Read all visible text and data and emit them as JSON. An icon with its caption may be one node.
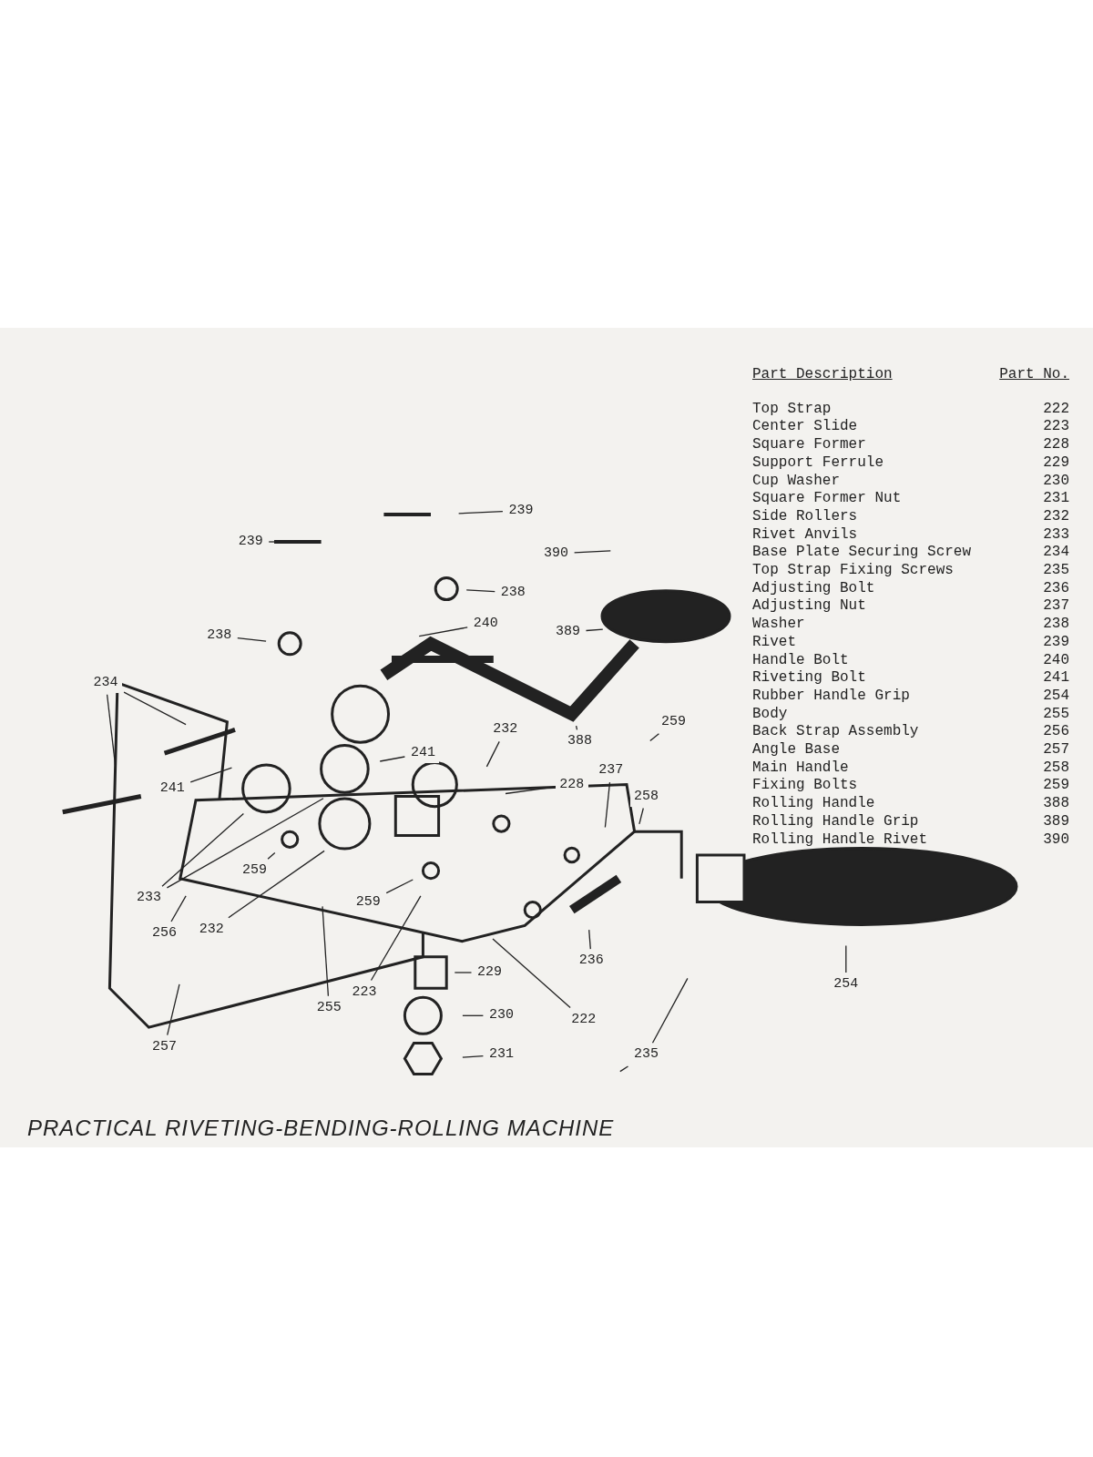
{
  "diagram": {
    "title": "PRACTICAL RIVETING-BENDING-ROLLING MACHINE",
    "nodes": [
      {
        "text": [
          "234"
        ]
      },
      {
        "text": [
          "241"
        ]
      },
      {
        "text": [
          "238"
        ]
      },
      {
        "text": [
          "239"
        ]
      },
      {
        "text": [
          "257"
        ]
      },
      {
        "text": [
          "256"
        ]
      },
      {
        "text": [
          "233"
        ]
      },
      {
        "text": [
          "232"
        ]
      },
      {
        "text": [
          "259"
        ]
      },
      {
        "text": [
          "255"
        ]
      },
      {
        "text": [
          "223"
        ]
      },
      {
        "text": [
          "259"
        ]
      },
      {
        "text": [
          "241"
        ]
      },
      {
        "text": [
          "240"
        ]
      },
      {
        "text": [
          "238"
        ]
      },
      {
        "text": [
          "239"
        ]
      },
      {
        "text": [
          "390"
        ]
      },
      {
        "text": [
          "389"
        ]
      },
      {
        "text": [
          "388"
        ]
      },
      {
        "text": [
          "232"
        ]
      },
      {
        "text": [
          "228"
        ]
      },
      {
        "text": [
          "229"
        ]
      },
      {
        "text": [
          "230"
        ]
      },
      {
        "text": [
          "231"
        ]
      },
      {
        "text": [
          "222"
        ]
      },
      {
        "text": [
          "236"
        ]
      },
      {
        "text": [
          "237"
        ]
      },
      {
        "text": [
          "259"
        ]
      },
      {
        "text": [
          "258"
        ]
      },
      {
        "text": [
          "235"
        ]
      },
      {
        "text": [
          "254"
        ]
      }
    ],
    "edges": [
      {
        "from": 0,
        "to": null,
        "arrow": "none"
      },
      {
        "from": 0,
        "to": null,
        "arrow": "none"
      },
      {
        "from": 1,
        "to": null,
        "arrow": "none"
      },
      {
        "from": 2,
        "to": null,
        "arrow": "none"
      },
      {
        "from": 3,
        "to": null,
        "arrow": "none"
      },
      {
        "from": 4,
        "to": null,
        "arrow": "none"
      },
      {
        "from": 5,
        "to": null,
        "arrow": "none"
      },
      {
        "from": 6,
        "to": null,
        "arrow": "none"
      },
      {
        "from": 6,
        "to": null,
        "arrow": "none"
      },
      {
        "from": 7,
        "to": null,
        "arrow": "none"
      },
      {
        "from": 8,
        "to": null,
        "arrow": "none"
      },
      {
        "from": 9,
        "to": null,
        "arrow": "none"
      },
      {
        "from": 10,
        "to": null,
        "arrow": "none"
      },
      {
        "from": 11,
        "to": null,
        "arrow": "none"
      },
      {
        "from": 12,
        "to": null,
        "arrow": "none"
      },
      {
        "from": 13,
        "to": null,
        "arrow": "none"
      },
      {
        "from": 14,
        "to": null,
        "arrow": "none"
      },
      {
        "from": 15,
        "to": null,
        "arrow": "none"
      },
      {
        "from": 16,
        "to": null,
        "arrow": "none"
      },
      {
        "from": 17,
        "to": null,
        "arrow": "none"
      },
      {
        "from": 18,
        "to": null,
        "arrow": "none"
      },
      {
        "from": 19,
        "to": null,
        "arrow": "none"
      },
      {
        "from": 20,
        "to": null,
        "arrow": "none"
      },
      {
        "from": 21,
        "to": null,
        "arrow": "none"
      },
      {
        "from": 22,
        "to": null,
        "arrow": "none"
      },
      {
        "from": 23,
        "to": null,
        "arrow": "none"
      },
      {
        "from": 24,
        "to": null,
        "arrow": "none"
      },
      {
        "from": 25,
        "to": null,
        "arrow": "none"
      },
      {
        "from": 26,
        "to": null,
        "arrow": "none"
      },
      {
        "from": 27,
        "to": null,
        "arrow": "none"
      },
      {
        "from": 28,
        "to": null,
        "arrow": "none"
      },
      {
        "from": 29,
        "to": null,
        "arrow": "none"
      },
      {
        "from": 29,
        "to": null,
        "arrow": "none"
      },
      {
        "from": 30,
        "to": null,
        "arrow": "none"
      }
    ],
    "labels": [
      "Part Description",
      "Part No.",
      "Top Strap",
      "222",
      "Center Slide",
      "223",
      "Square Former",
      "228",
      "Support Ferrule",
      "229",
      "Cup Washer",
      "230",
      "Square Former Nut",
      "231",
      "Side Rollers",
      "232",
      "Rivet Anvils",
      "233",
      "Base Plate Securing Screw",
      "234",
      "Top Strap Fixing Screws",
      "235",
      "Adjusting Bolt",
      "236",
      "Adjusting Nut",
      "237",
      "Washer",
      "238",
      "Rivet",
      "239",
      "Handle Bolt",
      "240",
      "Riveting Bolt",
      "241",
      "Rubber Handle Grip",
      "254",
      "Body",
      "255",
      "Back Strap Assembly",
      "256",
      "Angle Base",
      "257",
      "Main Handle",
      "258",
      "Fixing Bolts",
      "259",
      "Rolling Handle",
      "388",
      "Rolling Handle Grip",
      "389",
      "Rolling Handle Rivet",
      "390"
    ]
  }
}
